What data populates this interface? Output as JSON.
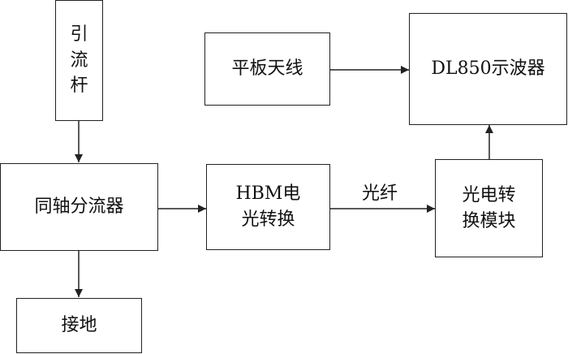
{
  "nodes": {
    "lightning_rod": [
      "引",
      "流",
      "杆"
    ],
    "coax_shunt": "同轴分流器",
    "ground": "接地",
    "hbm": [
      "HBM电",
      "光转换"
    ],
    "flat_antenna": "平板天线",
    "oscilloscope": "DL850示波器",
    "oe_module": [
      "光电转",
      "换模块"
    ]
  },
  "edge_labels": {
    "fiber": "光纤"
  }
}
